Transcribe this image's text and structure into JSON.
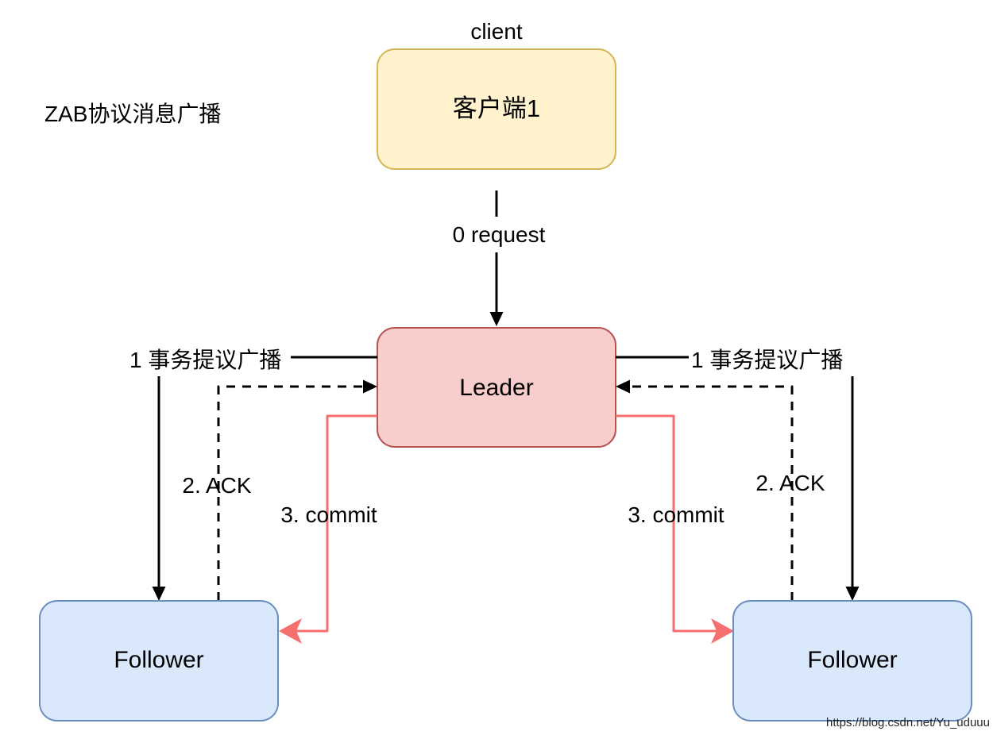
{
  "title": "ZAB协议消息广播",
  "watermark": "https://blog.csdn.net/Yu_uduuu",
  "nodes": {
    "client": {
      "caption": "client",
      "label": "客户端1"
    },
    "leader": {
      "label": "Leader"
    },
    "follower_left": {
      "label": "Follower"
    },
    "follower_right": {
      "label": "Follower"
    }
  },
  "edges": {
    "request": {
      "label": "0 request",
      "style": "solid-black",
      "from": "client",
      "to": "leader"
    },
    "proposal_left": {
      "label": "1 事务提议广播",
      "style": "solid-black",
      "from": "leader",
      "to": "follower_left"
    },
    "proposal_right": {
      "label": "1 事务提议广播",
      "style": "solid-black",
      "from": "leader",
      "to": "follower_right"
    },
    "ack_left": {
      "label": "2. ACK",
      "style": "dashed-black",
      "from": "follower_left",
      "to": "leader"
    },
    "ack_right": {
      "label": "2. ACK",
      "style": "dashed-black",
      "from": "follower_right",
      "to": "leader"
    },
    "commit_left": {
      "label": "3. commit",
      "style": "solid-red",
      "from": "leader",
      "to": "follower_left"
    },
    "commit_right": {
      "label": "3. commit",
      "style": "solid-red",
      "from": "leader",
      "to": "follower_right"
    }
  },
  "colors": {
    "background": "#FFFFFF",
    "client_fill": "#FFF2CC",
    "client_border": "#D6B656",
    "leader_fill": "#F8CECC",
    "leader_border": "#B85450",
    "follower_fill": "#DAE8FC",
    "follower_border": "#6C8EBF",
    "commit_arrow": "#F76E6E",
    "line": "#000000",
    "text": "#000000",
    "watermark_text": "#B9C3D4"
  }
}
